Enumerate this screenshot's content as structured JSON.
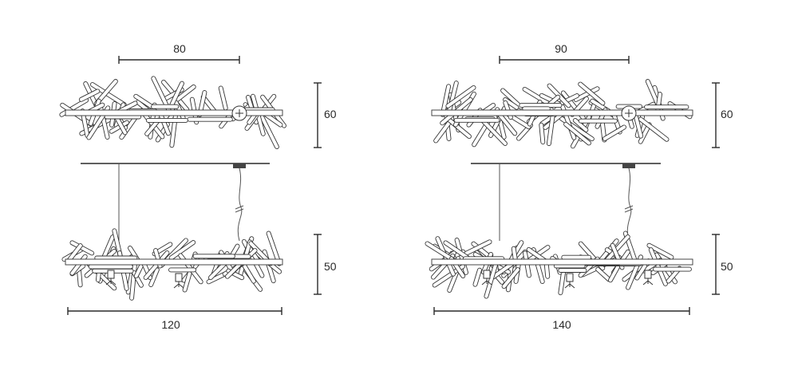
{
  "drawings": [
    {
      "id": "small",
      "top_width_label": "80",
      "top_height_label": "60",
      "bottom_height_label": "50",
      "total_width_label": "120"
    },
    {
      "id": "large",
      "top_width_label": "90",
      "top_height_label": "60",
      "bottom_height_label": "50",
      "total_width_label": "140"
    }
  ]
}
